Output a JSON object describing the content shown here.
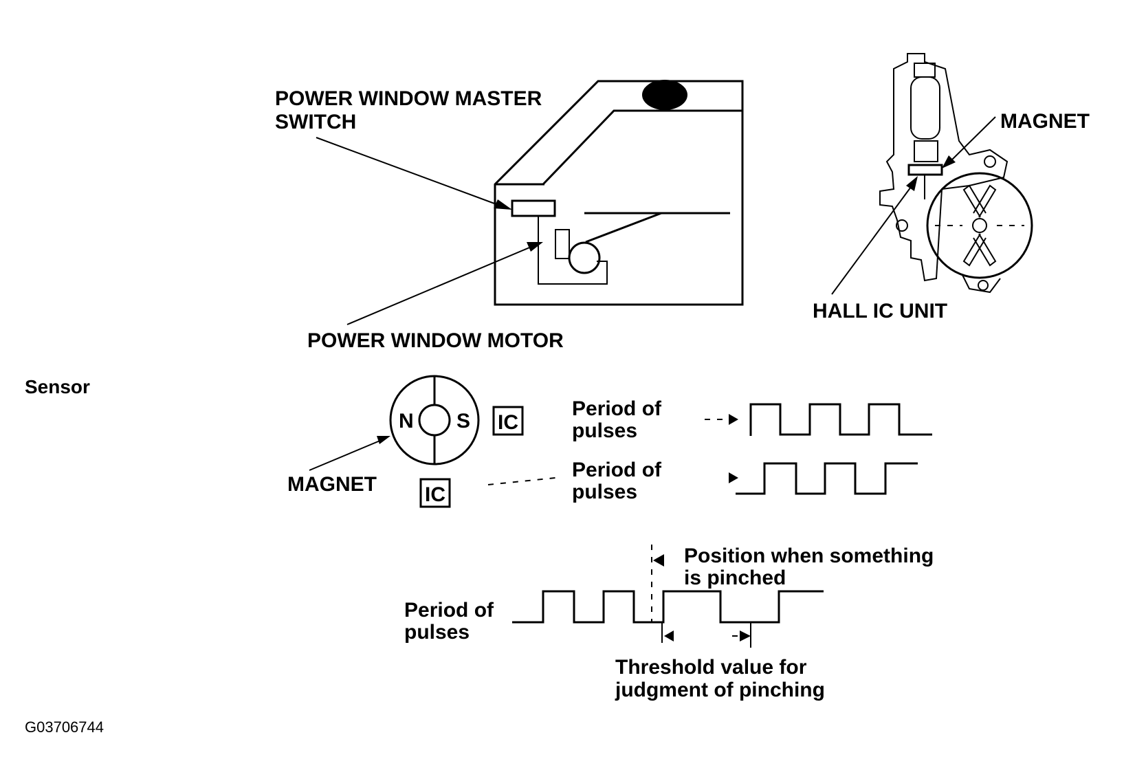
{
  "labels": {
    "master_switch_line1": "POWER WINDOW MASTER",
    "master_switch_line2": "SWITCH",
    "motor": "POWER WINDOW MOTOR",
    "magnet_top": "MAGNET",
    "hall_ic_unit": "HALL IC UNIT",
    "sensor": "Sensor",
    "pole_n": "N",
    "pole_s": "S",
    "ic_right": "IC",
    "ic_bottom": "IC",
    "magnet_sensor": "MAGNET",
    "period1_line1": "Period of",
    "period1_line2": "pulses",
    "period2_line1": "Period of",
    "period2_line2": "pulses",
    "period3_line1": "Period of",
    "period3_line2": "pulses",
    "pinched_line1": "Position when something",
    "pinched_line2": "is pinched",
    "threshold_line1": "Threshold value for",
    "threshold_line2": "judgment of pinching",
    "figure_id": "G03706744"
  }
}
